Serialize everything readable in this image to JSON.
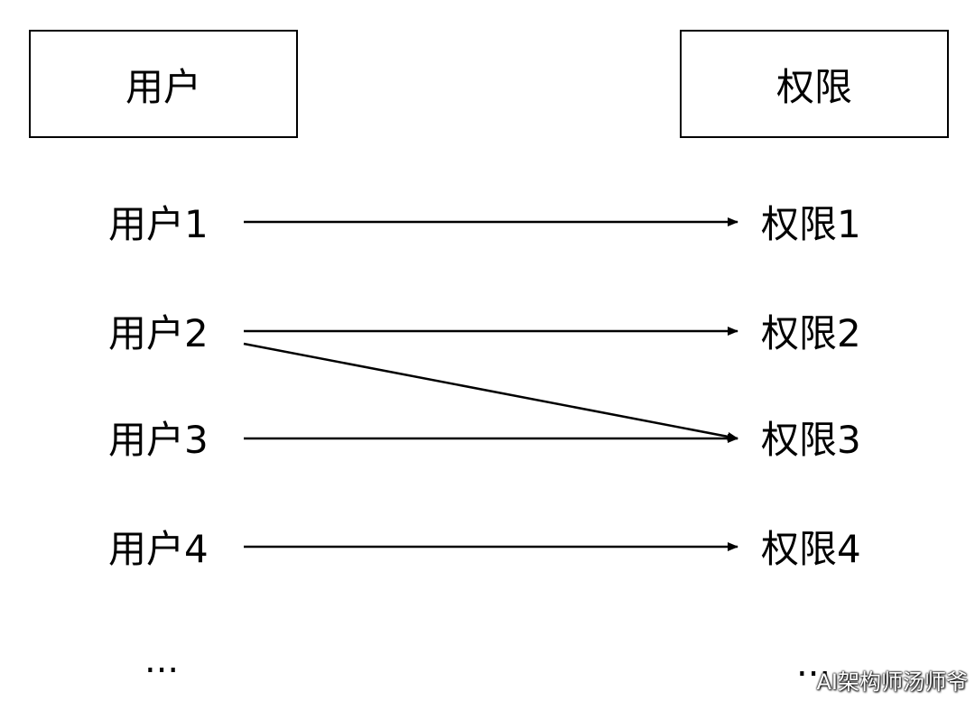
{
  "headers": {
    "users": "用户",
    "permissions": "权限"
  },
  "users": [
    "用户1",
    "用户2",
    "用户3",
    "用户4"
  ],
  "permissions": [
    "权限1",
    "权限2",
    "权限3",
    "权限4"
  ],
  "ellipsis_left": "...",
  "ellipsis_right": "...",
  "mappings": [
    {
      "from": "用户1",
      "to": "权限1"
    },
    {
      "from": "用户2",
      "to": "权限2"
    },
    {
      "from": "用户2",
      "to": "权限3"
    },
    {
      "from": "用户3",
      "to": "权限3"
    },
    {
      "from": "用户4",
      "to": "权限4"
    }
  ],
  "watermark": "AI架构师汤师爷"
}
